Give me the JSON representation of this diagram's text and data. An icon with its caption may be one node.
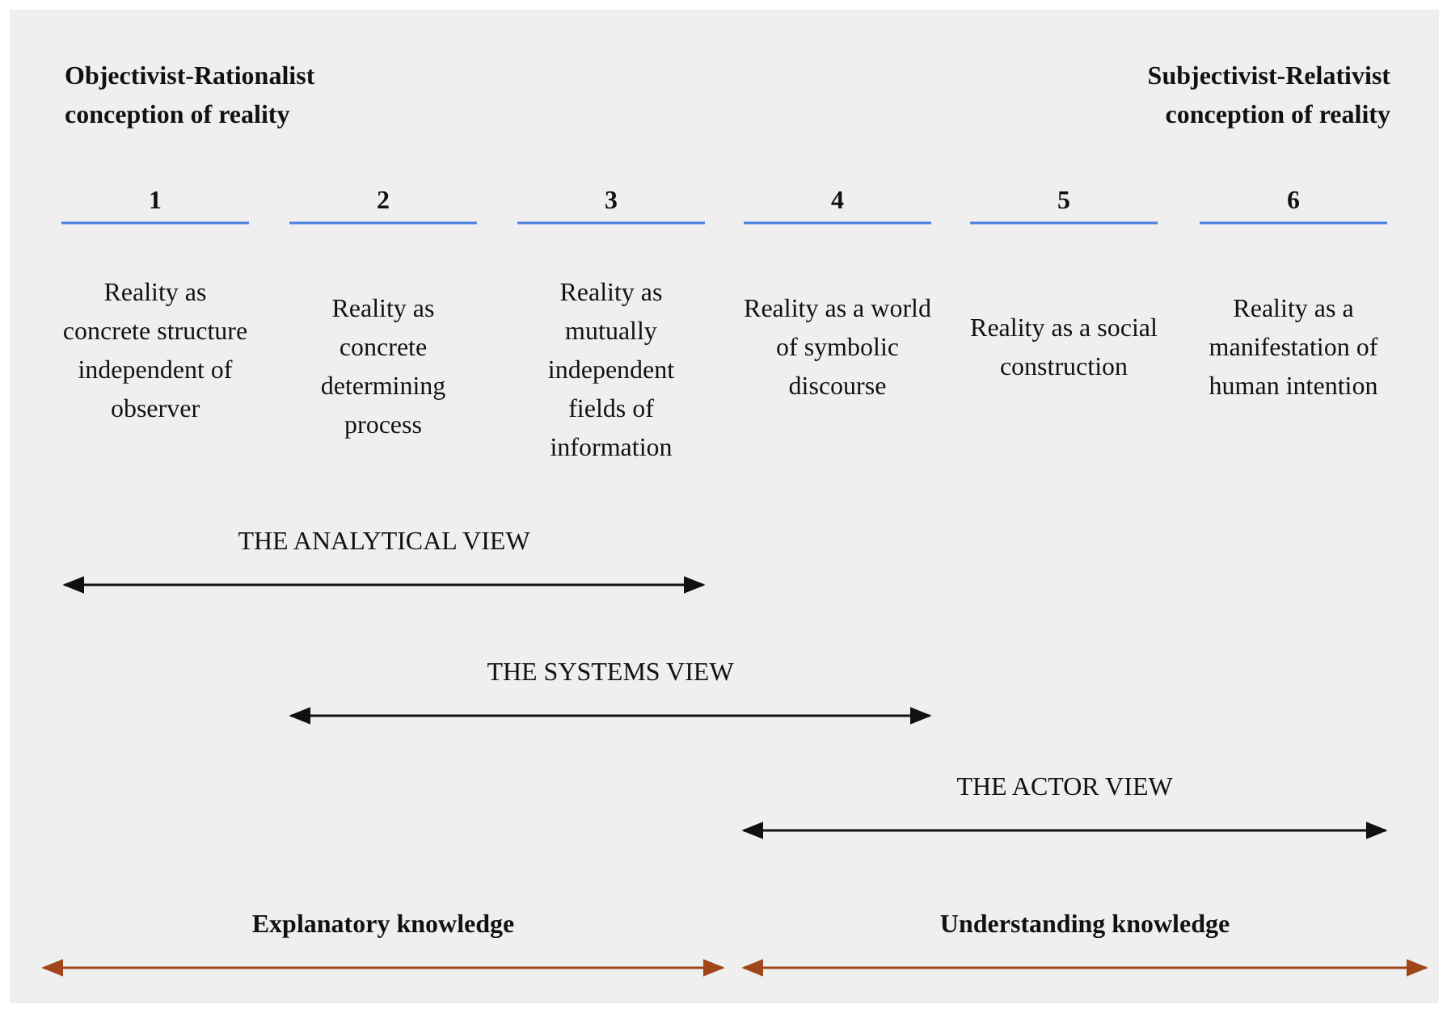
{
  "diagram": {
    "labels": [
      "Objectivist-Rationalist conception of reality",
      "Subjectivist-Relativist conception of reality",
      "1",
      "2",
      "3",
      "4",
      "5",
      "6",
      "Reality as concrete structure independent of observer",
      "Reality as concrete determining process",
      "Reality as mutually independent fields of information",
      "Reality as a world of symbolic discourse",
      "Reality as a social construction",
      "Reality as a manifestation of human intention",
      "THE ANALYTICAL VIEW",
      "THE SYSTEMS VIEW",
      "THE ACTOR VIEW",
      "Explanatory knowledge",
      "Understanding knowledge"
    ]
  }
}
